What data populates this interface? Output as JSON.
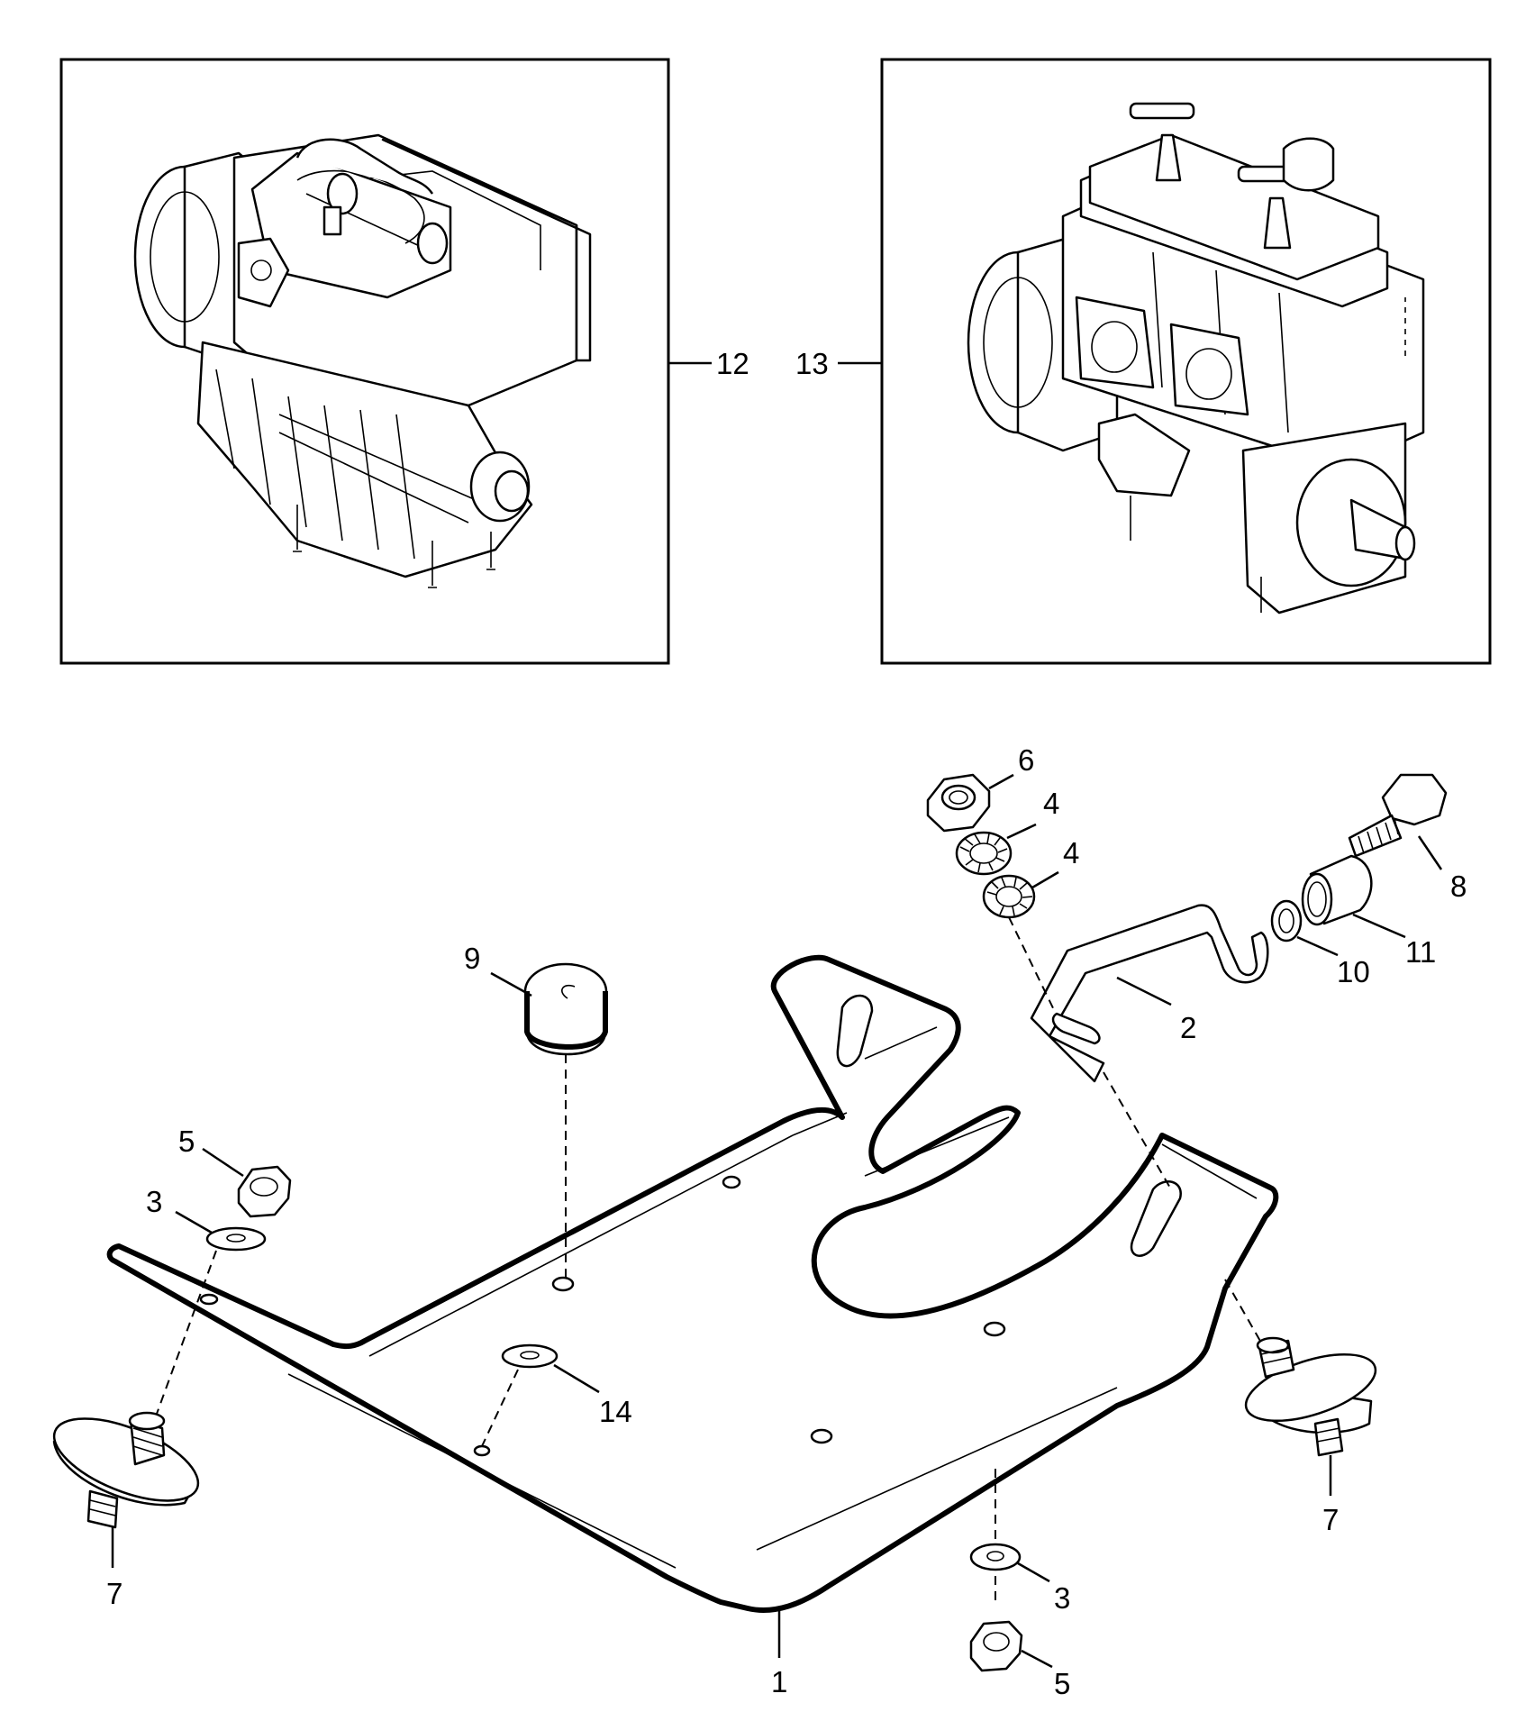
{
  "callouts": {
    "c1": "1",
    "c2": "2",
    "c3a": "3",
    "c3b": "3",
    "c4a": "4",
    "c4b": "4",
    "c5a": "5",
    "c5b": "5",
    "c6": "6",
    "c7a": "7",
    "c7b": "7",
    "c8": "8",
    "c9": "9",
    "c10": "10",
    "c11": "11",
    "c12": "12",
    "c13": "13",
    "c14": "14"
  },
  "colors": {
    "ink": "#000000",
    "paper": "#ffffff"
  }
}
